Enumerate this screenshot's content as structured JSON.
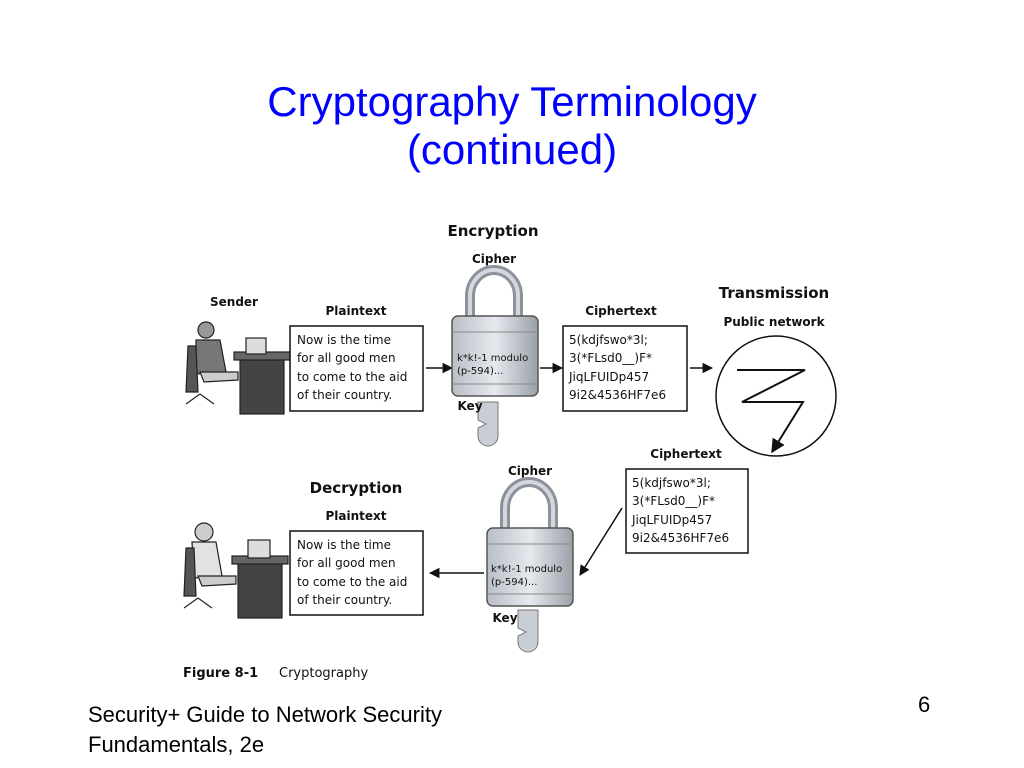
{
  "slide": {
    "title_line1": "Cryptography Terminology",
    "title_line2": "(continued)",
    "footer_line1": "Security+ Guide to Network Security",
    "footer_line2": "Fundamentals, 2e",
    "page_number": "6"
  },
  "figure": {
    "encryption_heading": "Encryption",
    "decryption_heading": "Decryption",
    "sender_label": "Sender",
    "cipher_label": "Cipher",
    "key_label": "Key",
    "plaintext_label": "Plaintext",
    "ciphertext_label": "Ciphertext",
    "transmission_label": "Transmission",
    "public_network_label": "Public network",
    "plaintext_lines": [
      "Now is the time",
      "for all good men",
      "to come to the aid",
      "of their country."
    ],
    "ciphertext_lines": [
      "5(kdjfswo*3l;",
      "3(*FLsd0__)F*",
      "JiqLFUIDp457",
      "9i2&4536HF7e6"
    ],
    "lock_text": [
      "k*k!-1 modulo",
      "(p-594)..."
    ],
    "caption_number": "Figure 8-1",
    "caption_text": "Cryptography"
  }
}
